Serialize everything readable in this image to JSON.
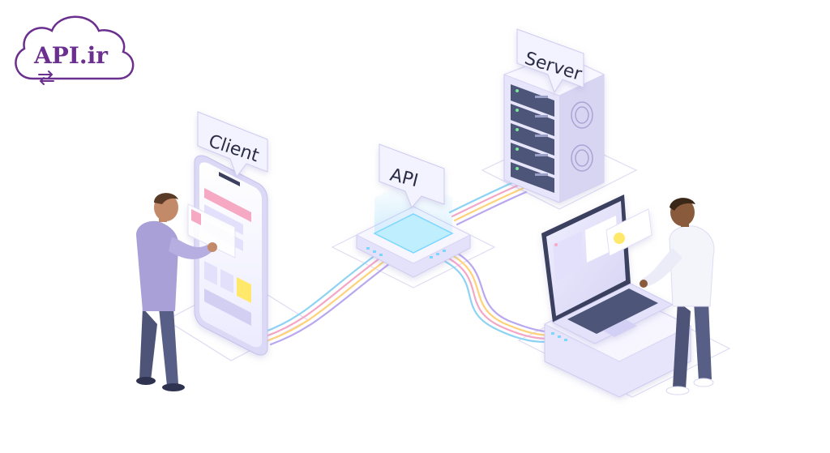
{
  "brand": {
    "name": "API.ir",
    "color": "#6b2f8f",
    "icon": "cloud-exchange-icon"
  },
  "diagram": {
    "title": "",
    "labels": {
      "client": "Client",
      "api": "API",
      "server": "Server"
    },
    "nodes": [
      {
        "id": "client",
        "icon": "smartphone-icon"
      },
      {
        "id": "api",
        "icon": "api-gateway-icon"
      },
      {
        "id": "server",
        "icon": "server-rack-icon"
      },
      {
        "id": "laptop",
        "icon": "laptop-icon"
      }
    ],
    "connections": [
      {
        "from": "client",
        "to": "api"
      },
      {
        "from": "api",
        "to": "server"
      },
      {
        "from": "api",
        "to": "laptop"
      }
    ],
    "colors": {
      "wire_1": "#8fd3f4",
      "wire_2": "#f4a6c6",
      "wire_3": "#ffd27a",
      "wire_4": "#b9a8f0",
      "device": "#eceaff",
      "device_shade": "#d3d0f5",
      "accent": "#7dd6ff",
      "shirt_left": "#a9a0d8",
      "shirt_right": "#f4f4fb",
      "pants": "#4e5478"
    }
  }
}
